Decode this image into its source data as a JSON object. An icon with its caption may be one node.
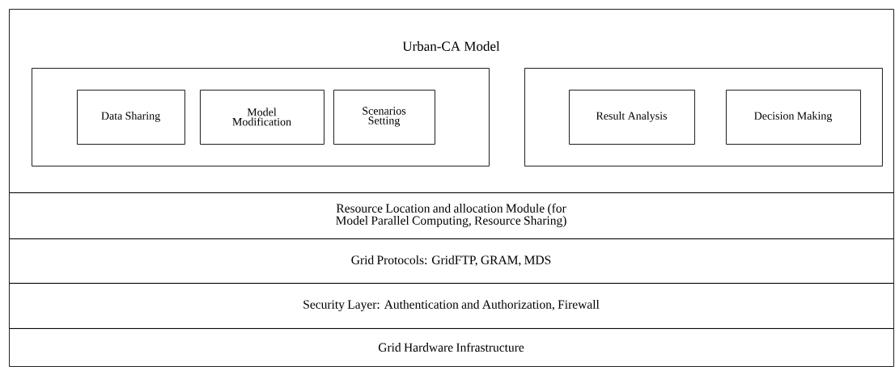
{
  "diagram": {
    "nodes": [
      {
        "text": [
          "Urban-CA Model"
        ]
      },
      {
        "text": [],
        "shape": "box",
        "in": 0
      },
      {
        "text": [
          "Data Sharing"
        ],
        "in": 1
      },
      {
        "text": [
          "Model Modification"
        ],
        "in": 1
      },
      {
        "text": [
          "Scenarios Setting"
        ],
        "in": 1
      },
      {
        "text": [],
        "shape": "box",
        "in": 0
      },
      {
        "text": [
          "Result Analysis"
        ],
        "in": 5
      },
      {
        "text": [
          "Decision Making"
        ],
        "in": 5
      },
      {
        "text": [
          "Resource Location and allocation Module (for Model Parallel Computing, Resource Sharing)"
        ]
      },
      {
        "text": [
          "Grid Protocols: GridFTP, GRAM, MDS"
        ]
      },
      {
        "text": [
          "Security Layer: Authentication and Authorization, Firewall"
        ]
      },
      {
        "text": [
          "Grid Hardware Infrastructure"
        ]
      }
    ]
  }
}
